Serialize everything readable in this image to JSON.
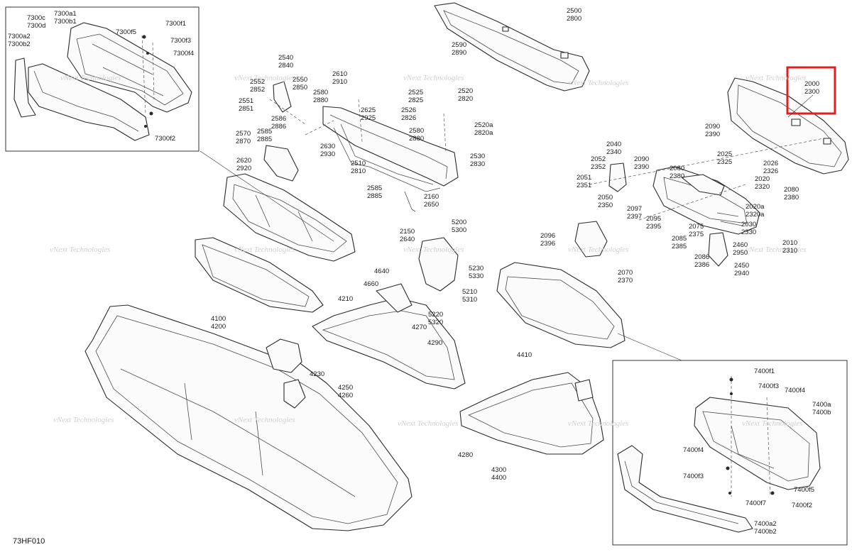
{
  "diagram": {
    "code": "73HF010",
    "watermark": "vNext Technologies",
    "watermark2": "Technologies",
    "watermark3": "vNext",
    "highlight": {
      "l1": "2000",
      "l2": "2300",
      "color": "#e02020"
    },
    "labels": {
      "a2500": "2500",
      "a2800": "2800",
      "a2590": "2590",
      "a2890": "2890",
      "a2540": "2540",
      "a2840": "2840",
      "a2552": "2552",
      "a2852": "2852",
      "a2550": "2550",
      "a2850": "2850",
      "a2551": "2551",
      "a2851": "2851",
      "a2586": "2586",
      "a2886": "2886",
      "a2585": "2585",
      "a2885": "2885",
      "a2570": "2570",
      "a2870": "2870",
      "a2620": "2620",
      "a2920": "2920",
      "a2610": "2610",
      "a2910": "2910",
      "a2580": "2580",
      "a2880": "2880",
      "a2625": "2625",
      "a2925": "2925",
      "a2630": "2630",
      "a2930": "2930",
      "a2510": "2510",
      "a2810": "2810",
      "a2525": "2525",
      "a2825": "2825",
      "a2520": "2520",
      "a2820": "2820",
      "a2526": "2526",
      "a2826": "2826",
      "a2520a": "2520a",
      "a2820a": "2820a",
      "b2580": "2580",
      "b2880": "2880",
      "a2530": "2530",
      "a2830": "2830",
      "b2585": "2585",
      "b2885": "2885",
      "a2160": "2160",
      "a2650": "2650",
      "a2150": "2150",
      "a2640": "2640",
      "a5200": "5200",
      "a5300": "5300",
      "a5230": "5230",
      "a5330": "5330",
      "a5210": "5210",
      "a5310": "5310",
      "a5220": "5220",
      "a5320": "5320",
      "a4640": "4640",
      "a4660": "4660",
      "a4270": "4270",
      "a4210": "4210",
      "a4100": "4100",
      "a4200": "4200",
      "a4290": "4290",
      "a4230": "4230",
      "a4250": "4250",
      "a4260": "4260",
      "a4410": "4410",
      "a4280": "4280",
      "a4300": "4300",
      "a4400": "4400",
      "a2090": "2090",
      "a2390": "2390",
      "b2090": "2090",
      "b2390": "2390",
      "a2040": "2040",
      "a2340": "2340",
      "a2052": "2052",
      "a2352": "2352",
      "a2051": "2051",
      "a2351": "2351",
      "a2050": "2050",
      "a2350": "2350",
      "a2080": "2080",
      "a2380": "2380",
      "b2080": "2080",
      "b2380": "2380",
      "a2025": "2025",
      "a2325": "2325",
      "a2026": "2026",
      "a2326": "2326",
      "a2020": "2020",
      "a2320": "2320",
      "a2020a": "2020a",
      "a2320a": "2320a",
      "a2097": "2097",
      "a2397": "2397",
      "a2095": "2095",
      "a2395": "2395",
      "a2075": "2075",
      "a2375": "2375",
      "a2085": "2085",
      "a2385": "2385",
      "a2030": "2030",
      "a2330": "2330",
      "a2010": "2010",
      "a2310": "2310",
      "a2096": "2096",
      "a2396": "2396",
      "a2460": "2460",
      "a2950": "2950",
      "a2086": "2086",
      "a2386": "2386",
      "a2450": "2450",
      "a2940": "2940",
      "a2070": "2070",
      "a2370": "2370",
      "a7300c": "7300c",
      "a7300d": "7300d",
      "a7300a1": "7300a1",
      "a7300b1": "7300b1",
      "a7300f5": "7300f5",
      "a7300f1": "7300f1",
      "a7300f3": "7300f3",
      "a7300f4": "7300f4",
      "a7300a2": "7300a2",
      "a7300b2": "7300b2",
      "a7300f2": "7300f2",
      "a7400f1": "7400f1",
      "a7400f3": "7400f3",
      "a7400f4t": "7400f4",
      "a7400a": "7400a",
      "a7400b": "7400b",
      "a7400f4": "7400f4",
      "a7400f3b": "7400f3",
      "a7400f5": "7400f5",
      "a7400f7": "7400f7",
      "a7400f2": "7400f2",
      "a7400a2": "7400a2",
      "a7400b2": "7400b2"
    }
  }
}
